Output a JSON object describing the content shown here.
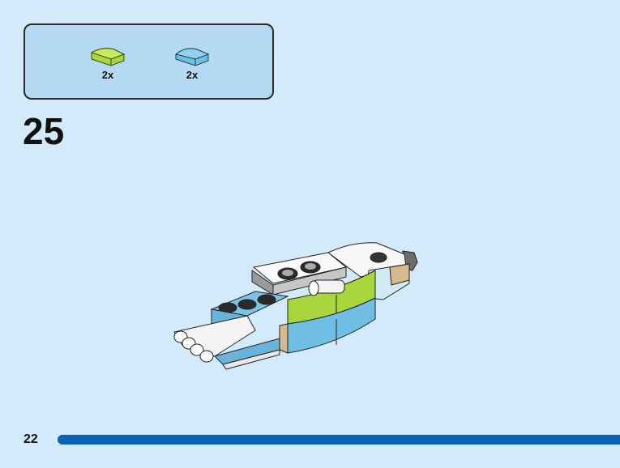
{
  "parts_list": {
    "items": [
      {
        "qty": "2x",
        "icon": "lime-curved-slope-brick-icon",
        "color": "#a9d63c"
      },
      {
        "qty": "2x",
        "icon": "blue-curved-slope-brick-icon",
        "color": "#6fbfe4"
      }
    ]
  },
  "step": {
    "number": "25"
  },
  "footer": {
    "page_number": "22",
    "bar_color": "#0a63b3"
  },
  "colors": {
    "background": "#d3eafb",
    "parts_box": "#b5d9f3"
  }
}
